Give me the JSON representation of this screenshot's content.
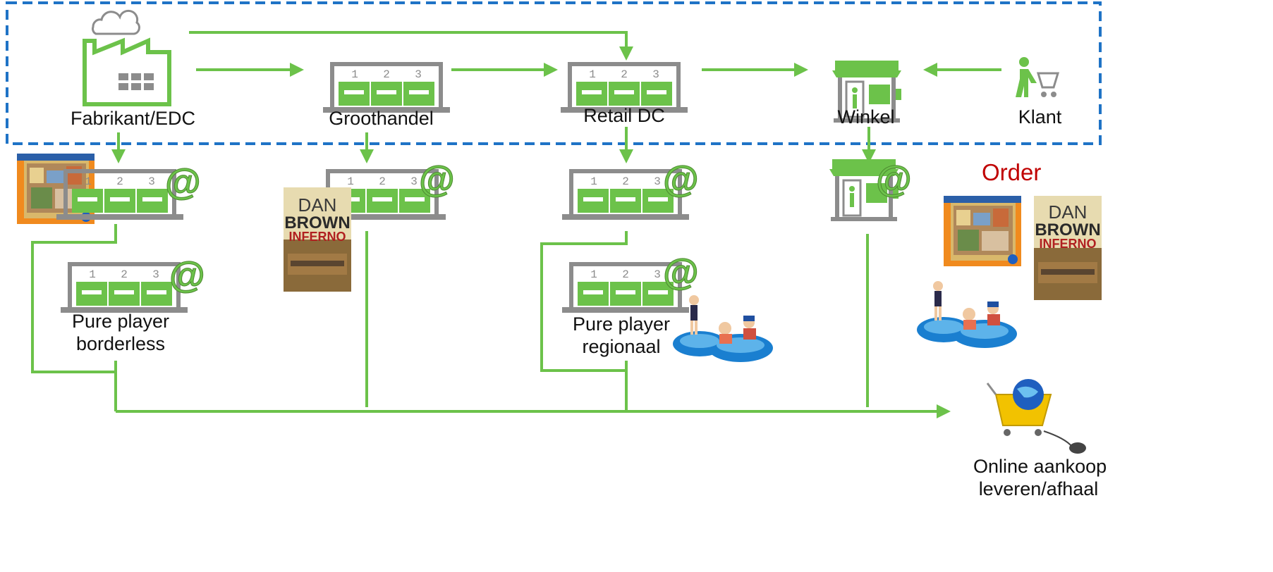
{
  "supply_chain": {
    "nodes": [
      {
        "id": "fabrikant",
        "label": "Fabrikant/EDC"
      },
      {
        "id": "groothandel",
        "label": "Groothandel"
      },
      {
        "id": "retail_dc",
        "label": "Retail DC"
      },
      {
        "id": "winkel",
        "label": "Winkel"
      },
      {
        "id": "klant",
        "label": "Klant"
      }
    ]
  },
  "online": {
    "pure_player_borderless": [
      "Pure player",
      "borderless"
    ],
    "pure_player_regionaal": [
      "Pure player",
      "regionaal"
    ],
    "order_label": "Order",
    "destination": [
      "Online aankoop",
      "leveren/afhaal"
    ]
  },
  "warehouse_dock_numbers": [
    "1",
    "2",
    "3"
  ],
  "at_symbol": "@",
  "book": {
    "author_first": "DAN",
    "author_last": "BROWN",
    "title": "INFERNO"
  },
  "colors": {
    "green": "#6cc24a",
    "gray": "#8c8c8c",
    "blue_dash": "#1f73c6",
    "order_red": "#c00000"
  }
}
